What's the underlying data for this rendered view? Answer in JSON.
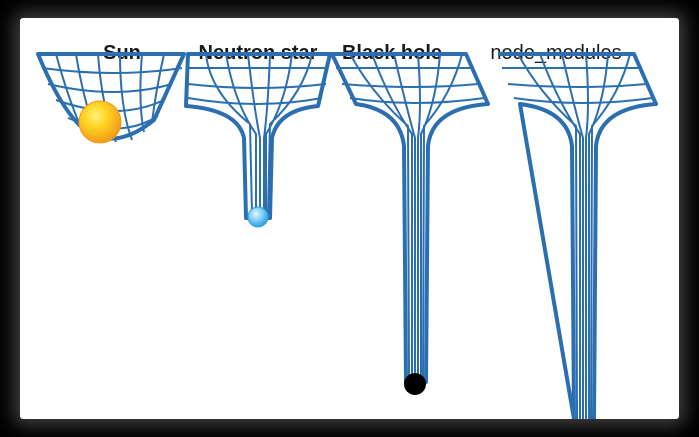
{
  "panels": [
    {
      "id": "sun",
      "label": "Sun"
    },
    {
      "id": "neutron_star",
      "label": "Neutron star"
    },
    {
      "id": "black_hole",
      "label": "Black hole"
    },
    {
      "id": "node_modules",
      "label": "node_modules"
    }
  ],
  "colors": {
    "grid": "#2c6fb0",
    "sun_core": "#ffd21f",
    "sun_edge": "#f29a1c",
    "neutron_star": "#4fb7ee",
    "black_hole": "#000000",
    "background": "#ffffff",
    "frame": "#000000"
  }
}
